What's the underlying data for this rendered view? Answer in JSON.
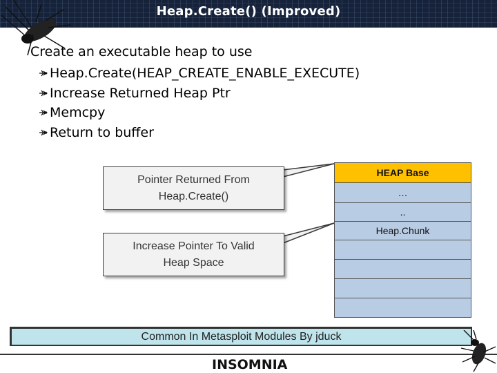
{
  "slide": {
    "title": "Heap.Create() (Improved)",
    "heading": "Create an executable heap to use",
    "bullets": [
      "Heap.Create(HEAP_CREATE_ENABLE_EXECUTE)",
      "Increase Returned Heap Ptr",
      "Memcpy",
      "Return to buffer"
    ],
    "footer_logo": "INSOMNIA"
  },
  "diagram": {
    "callouts": [
      {
        "line1": "Pointer Returned From",
        "line2": "Heap.Create()"
      },
      {
        "line1": "Increase Pointer To Valid",
        "line2": "Heap Space"
      }
    ],
    "heap_cells": {
      "base": "HEAP Base",
      "dots1": "…",
      "dots2": "..",
      "chunk": "Heap.Chunk"
    },
    "banner": "Common In Metasploit Modules By jduck"
  },
  "colors": {
    "titlebar": "#15223a",
    "heap_base": "#ffc000",
    "heap_cell": "#b8cce4",
    "banner": "#c0e4ec",
    "callout": "#f2f2f2"
  },
  "icons": {
    "corner_decoration": "cockroach-icon",
    "bullet": "cockroach-bullet-icon"
  }
}
